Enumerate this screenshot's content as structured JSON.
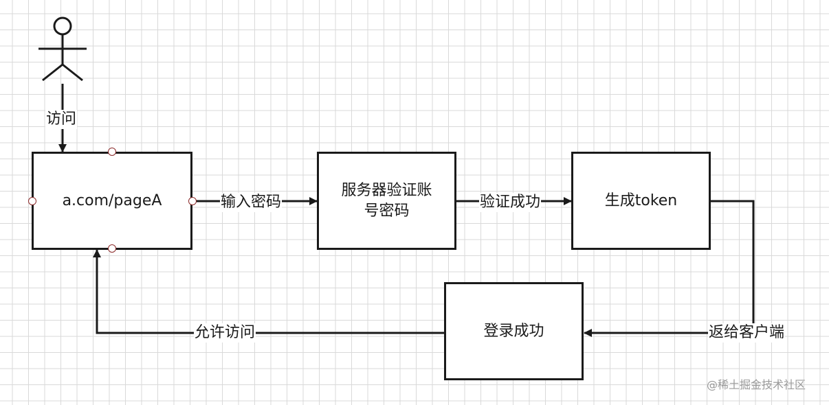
{
  "nodes": {
    "page_a": "a.com/pageA",
    "server_verify": "服务器验证账号密码",
    "gen_token": "生成token",
    "login_ok": "登录成功"
  },
  "edges": {
    "visit": "访问",
    "input_pwd": "输入密码",
    "verify_ok": "验证成功",
    "return_client": "返给客户端",
    "allow_visit": "允许访问"
  },
  "watermark": "@稀土掘金技术社区",
  "colors": {
    "stroke": "#1a1a1a",
    "grid": "#d9d9d9",
    "handle": "#8b2a2a"
  }
}
